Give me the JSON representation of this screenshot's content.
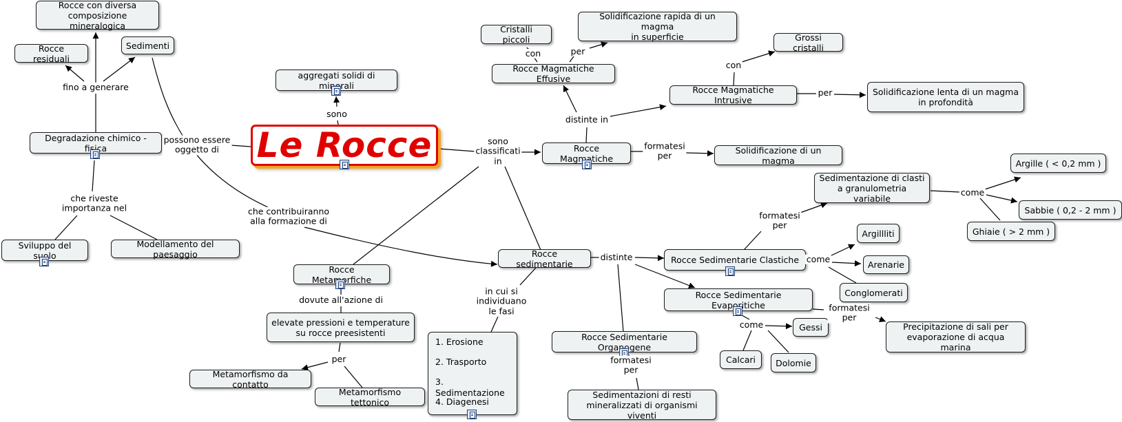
{
  "title": "Le Rocce",
  "nodes": {
    "rocce_diversa": "Rocce con diversa\ncomposizione mineralogica",
    "rocce_residuali": "Rocce residuali",
    "sedimenti": "Sedimenti",
    "degradazione": "Degradazione chimico - fisica",
    "sviluppo_suolo": "Sviluppo del suolo",
    "modellamento": "Modellamento del paesaggio",
    "aggregati": "aggregati solidi di minerali",
    "cristalli_piccoli": "Cristalli piccoli",
    "solid_rapida": "Solidificazione rapida di un magma\nin superficie",
    "magm_effusive": "Rocce Magmatiche Effusive",
    "grossi_cristalli": "Grossi cristalli",
    "magm_intrusive": "Rocce Magmatiche Intrusive",
    "solid_lenta": "Solidificazione lenta  di un magma\nin profondità",
    "rocce_magmatiche": "Rocce Magmatiche",
    "solid_magma": "Solidificazione di un magma",
    "argille": "Argille ( < 0,2 mm )",
    "sediment_clasti": "Sedimentazione di clasti\na granulometria variabile",
    "sabbie": "Sabbie ( 0,2 - 2 mm )",
    "ghiaie": "Ghiaie ( > 2 mm )",
    "argilliti": "Argillliti",
    "arenarie": "Arenarie",
    "conglomerati": "Conglomerati",
    "rocce_metamorfiche": "Rocce Metamorfiche",
    "rocce_sedimentarie": "Rocce sedimentarie",
    "sed_clastiche": "Rocce Sedimentarie Clastiche",
    "sed_evaporitiche": "Rocce Sedimentarie Evaporitiche",
    "gessi": "Gessi",
    "precipitazione": "Precipitazione di sali per\nevaporazione di acqua marina",
    "calcari": "Calcari",
    "dolomie": "Dolomie",
    "sed_organogene": "Rocce Sedimentarie Organogene",
    "sediment_resti": "Sedimentazioni di resti\nmineralizzati di organismi viventi",
    "elevate_pressioni": "elevate pressioni e temperature\nsu rocce preesistenti",
    "metam_contatto": "Metamorfismo da contatto",
    "metam_tettonico": "Metamorfismo tettonico"
  },
  "phases": [
    "1. Erosione",
    "2. Trasporto",
    "3. Sedimentazione",
    "4. Diagenesi"
  ],
  "labels": {
    "fino_a_generare": "fino a generare",
    "che_riveste": "che riveste\nimportanza nel",
    "possono_essere": "possono essere\noggetto di",
    "sono": "sono",
    "sono_classificati": "sono\nclassificati\nin",
    "con_1": "con",
    "per_1": "per",
    "distinte_in": "distinte in",
    "con_2": "con",
    "per_2": "per",
    "formatesi_per_1": "formatesi\nper",
    "come_1": "come",
    "formatesi_per_2": "formatesi\nper",
    "come_2": "come",
    "distinte": "distinte",
    "che_contribuiranno": "che contribuiranno\nalla formazione di",
    "in_cui": "in cui si\nindividuano\nle fasi",
    "dovute": "dovute all'azione di",
    "per_3": "per",
    "formatesi_per_3": "formatesi\nper",
    "come_3": "come",
    "formatesi_per_4": "formatesi\nper"
  },
  "colors": {
    "title": "#e00000",
    "title_shadow": "#f5a623",
    "node_fill": "#eef2f3",
    "line": "#000000"
  }
}
